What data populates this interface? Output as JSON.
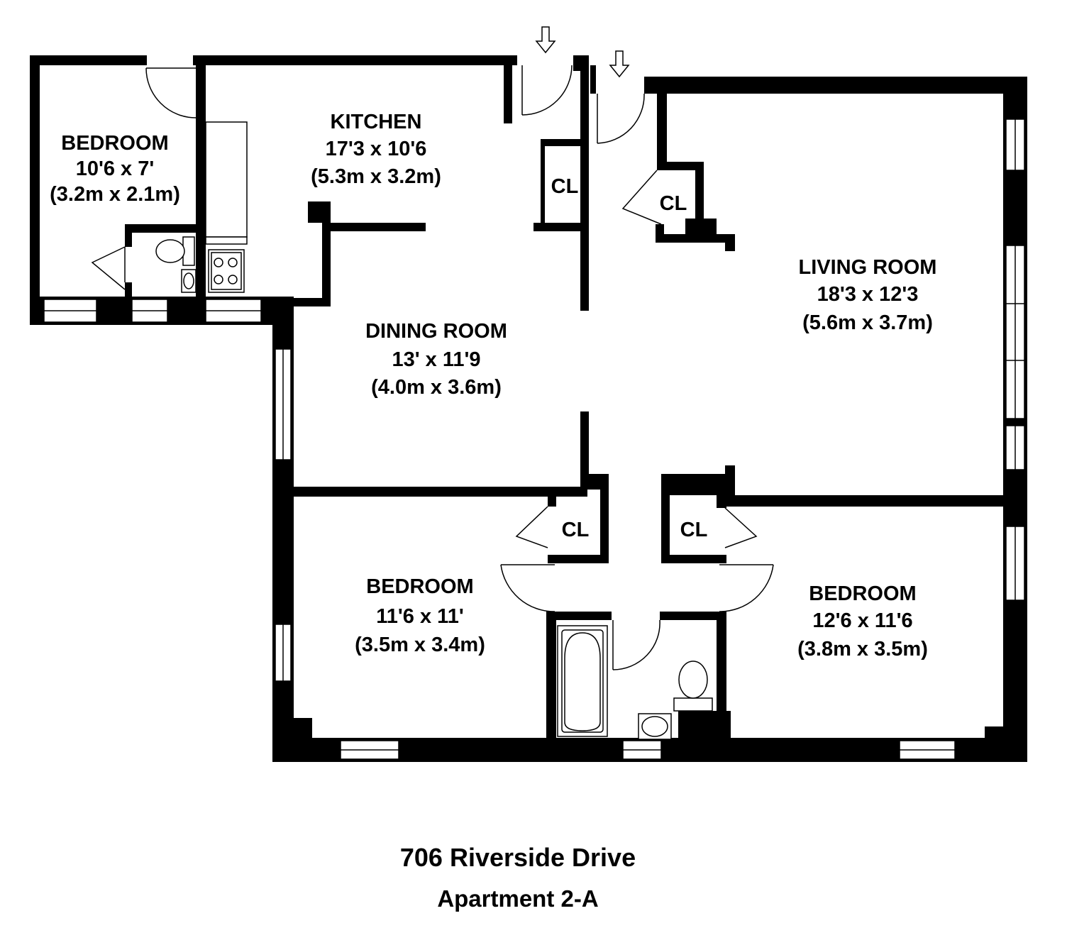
{
  "rooms": {
    "bedroom_small": {
      "name": "BEDROOM",
      "imperial": "10'6 x 7'",
      "metric": "(3.2m x 2.1m)"
    },
    "kitchen": {
      "name": "KITCHEN",
      "imperial": "17'3 x 10'6",
      "metric": "(5.3m x 3.2m)"
    },
    "dining_room": {
      "name": "DINING ROOM",
      "imperial": "13' x 11'9",
      "metric": "(4.0m x 3.6m)"
    },
    "living_room": {
      "name": "LIVING ROOM",
      "imperial": "18'3 x 12'3",
      "metric": "(5.6m x 3.7m)"
    },
    "bedroom_left": {
      "name": "BEDROOM",
      "imperial": "11'6 x 11'",
      "metric": "(3.5m x 3.4m)"
    },
    "bedroom_right": {
      "name": "BEDROOM",
      "imperial": "12'6 x 11'6",
      "metric": "(3.8m x 3.5m)"
    }
  },
  "closets": {
    "kitchen_closet": "CL",
    "foyer_closet": "CL",
    "bedroom_left_closet": "CL",
    "bedroom_right_closet": "CL"
  },
  "icons": {
    "entry_arrows": "entry-arrow-icon",
    "doors": "door-swing-icon",
    "windows": "window-icon",
    "stove": "stove-icon",
    "toilet": "toilet-icon",
    "sink": "sink-icon",
    "bathtub": "bathtub-icon"
  },
  "address": {
    "line1": "706 Riverside Drive",
    "line2": "Apartment 2-A"
  },
  "colors": {
    "wall": "#000000",
    "background": "#ffffff"
  }
}
